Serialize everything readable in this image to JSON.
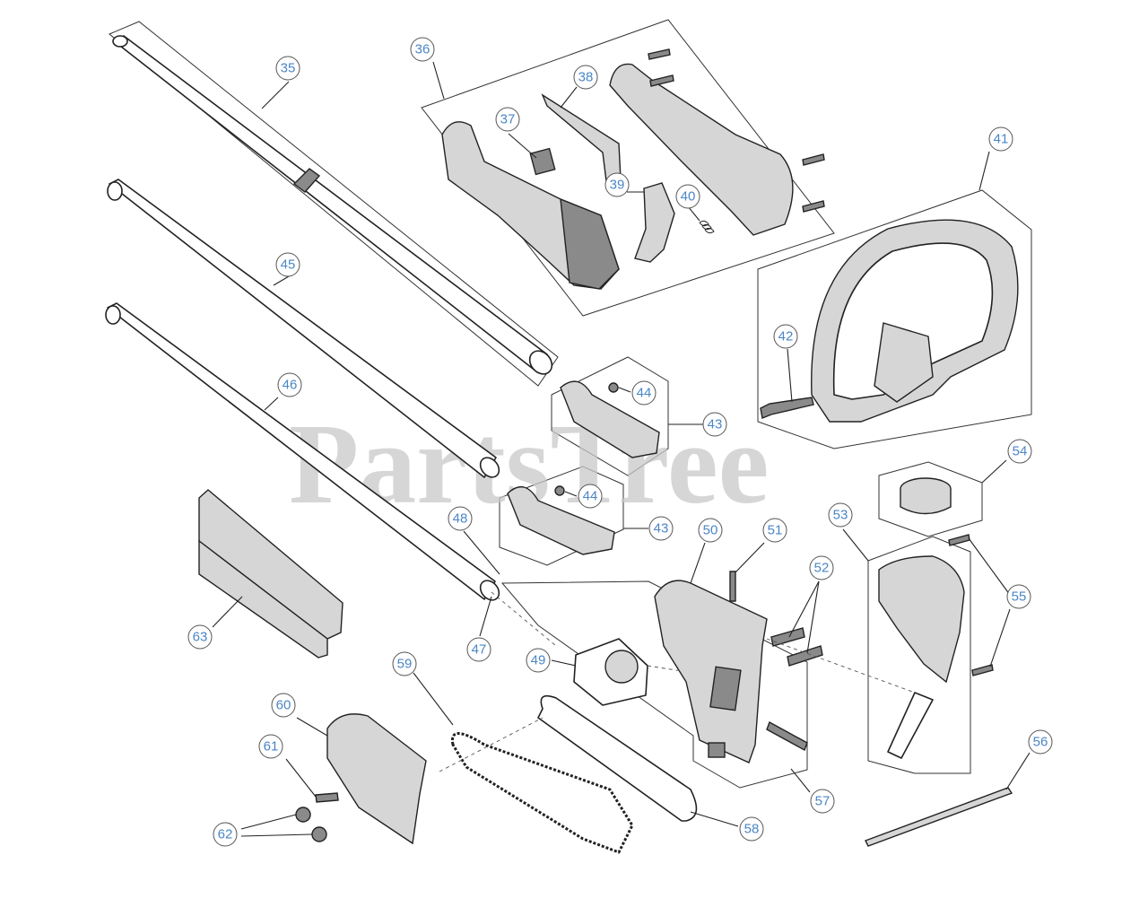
{
  "watermark": "PartsTree",
  "part_labels": [
    "35",
    "36",
    "37",
    "38",
    "39",
    "40",
    "41",
    "42",
    "43",
    "44",
    "43",
    "44",
    "45",
    "46",
    "47",
    "48",
    "49",
    "50",
    "51",
    "52",
    "53",
    "54",
    "55",
    "56",
    "57",
    "58",
    "59",
    "60",
    "61",
    "62",
    "63"
  ],
  "colors": {
    "label_text": "#4a86c5",
    "line": "#222222",
    "watermark": "#c9c9c9"
  }
}
